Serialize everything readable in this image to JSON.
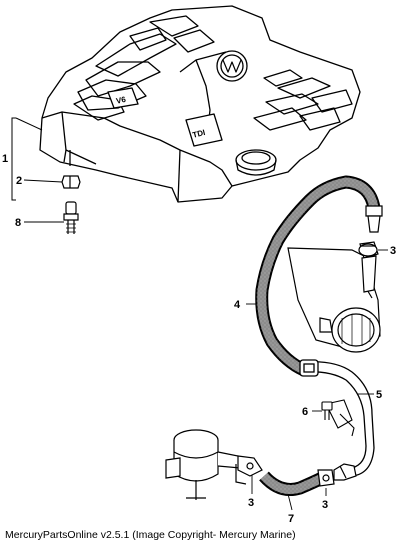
{
  "diagram": {
    "callouts": [
      {
        "id": "1",
        "label": "1"
      },
      {
        "id": "2",
        "label": "2"
      },
      {
        "id": "8",
        "label": "8"
      },
      {
        "id": "4",
        "label": "4"
      },
      {
        "id": "3a",
        "label": "3"
      },
      {
        "id": "5",
        "label": "5"
      },
      {
        "id": "6",
        "label": "6"
      },
      {
        "id": "3b",
        "label": "3"
      },
      {
        "id": "7",
        "label": "7"
      },
      {
        "id": "3c",
        "label": "3"
      }
    ],
    "cover_badges": {
      "v6": "V6",
      "tdi": "TDI",
      "logo": "VW"
    }
  },
  "footer": {
    "caption": "MercuryPartsOnline v2.5.1 (Image Copyright- Mercury Marine)"
  },
  "colors": {
    "line": "#000000",
    "background": "#ffffff",
    "hose_texture": "#555555"
  }
}
